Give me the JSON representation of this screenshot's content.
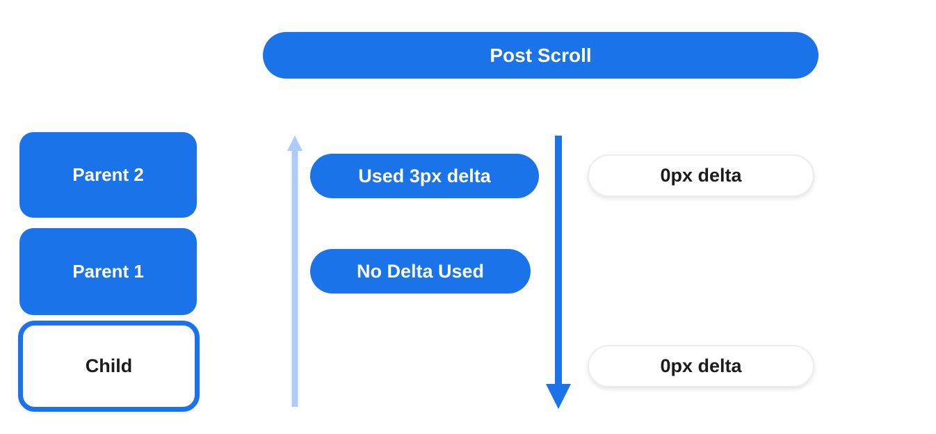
{
  "colors": {
    "accent_blue": "#1a73e8",
    "light_blue": "#aecbfa",
    "pill_background": "#ffffff",
    "dark_text": "#1c1c1e"
  },
  "header": {
    "title": "Post Scroll"
  },
  "scroll_stack": {
    "parent2_label": "Parent 2",
    "parent1_label": "Parent 1",
    "child_label": "Child"
  },
  "delta_annotations": {
    "used_delta_label": "Used 3px delta",
    "no_delta_label": "No Delta Used",
    "zero_delta_top_label": "0px delta",
    "zero_delta_bottom_label": "0px delta"
  },
  "icons": {
    "up_arrow": "arrow-up",
    "down_arrow": "arrow-down"
  }
}
